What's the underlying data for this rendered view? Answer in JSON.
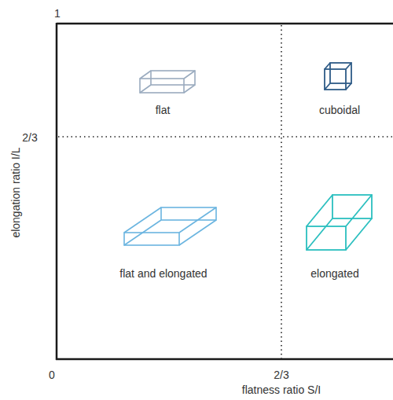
{
  "diagram": {
    "labels": [
      "1",
      "flat",
      "cuboidal",
      "2/3",
      "elongation ratio I/L",
      "flat and elongated",
      "elongated",
      "0",
      "2/3",
      "flatness ratio S/I"
    ]
  }
}
